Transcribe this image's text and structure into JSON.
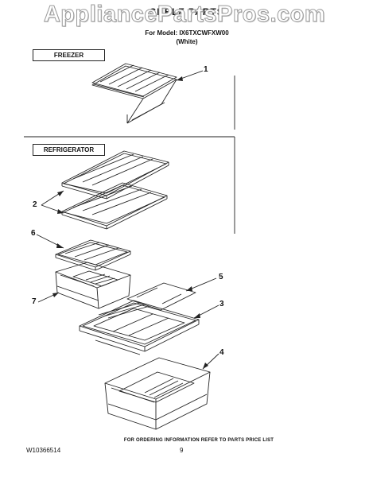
{
  "watermark": "AppliancePartsPros.com",
  "header": {
    "title": "SHELF PARTS",
    "model_line": "For Model: IX6TXCWFXW00",
    "color_line": "(White)"
  },
  "sections": {
    "freezer_label": "FREEZER",
    "refrigerator_label": "REFRIGERATOR"
  },
  "callouts": {
    "c1": "1",
    "c2": "2",
    "c3": "3",
    "c4": "4",
    "c5": "5",
    "c6": "6",
    "c7": "7"
  },
  "footer": {
    "note": "FOR ORDERING INFORMATION REFER TO PARTS PRICE LIST",
    "doc_number": "W10366514",
    "page_number": "9"
  }
}
